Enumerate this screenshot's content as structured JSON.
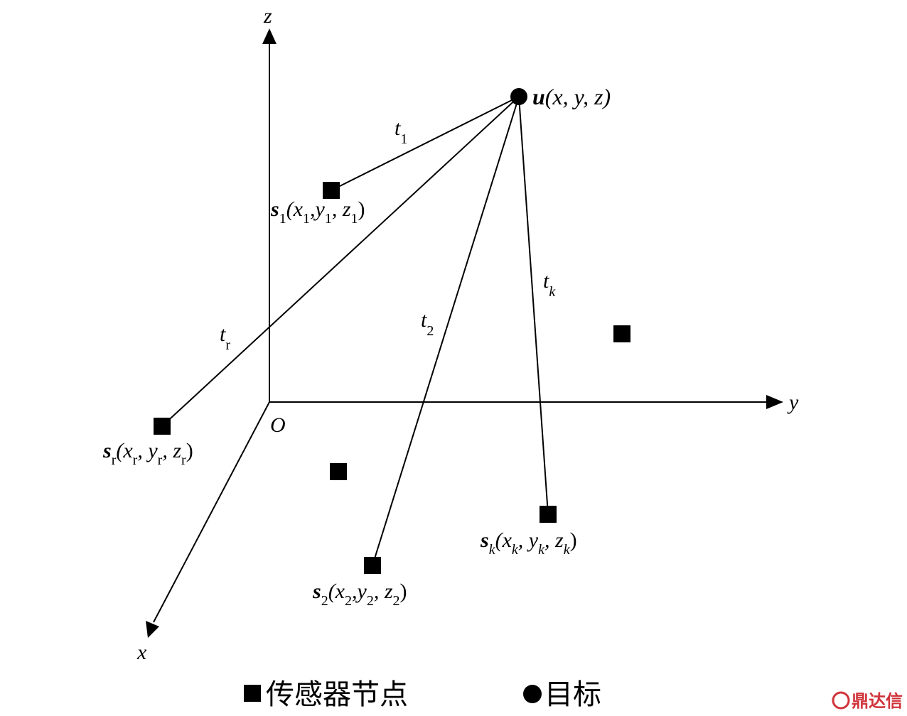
{
  "axes": {
    "z": "z",
    "y": "y",
    "x": "x",
    "origin": "O"
  },
  "target": {
    "symbol": "u",
    "coords": "(x, y, z)"
  },
  "sensors": {
    "s1": {
      "symbol": "s",
      "sub": "1",
      "open": "(x",
      "x_sub": "1",
      "y_part": ",y",
      "y_sub": "1",
      "z_part": ", z",
      "z_sub": "1",
      "close": ")"
    },
    "sr": {
      "symbol": "s",
      "sub": "r",
      "open": "(x",
      "x_sub": "r",
      "y_part": ", y",
      "y_sub": "r",
      "z_part": ", z",
      "z_sub": "r",
      "close": ")"
    },
    "s2": {
      "symbol": "s",
      "sub": "2",
      "open": "(x",
      "x_sub": "2",
      "y_part": ",y",
      "y_sub": "2",
      "z_part": ", z",
      "z_sub": "2",
      "close": ")"
    },
    "sk": {
      "symbol": "s",
      "sub": "k",
      "open": "(x",
      "x_sub": "k",
      "y_part": ", y",
      "y_sub": "k",
      "z_part": ", z",
      "z_sub": "k",
      "close": ")"
    }
  },
  "distances": {
    "t1": {
      "var": "t",
      "sub": "1"
    },
    "tr": {
      "var": "t",
      "sub": "r"
    },
    "t2": {
      "var": "t",
      "sub": "2"
    },
    "tk": {
      "var": "t",
      "sub": "k"
    }
  },
  "legend": {
    "sensor_label": "传感器节点",
    "target_label": "目标",
    "sensor_icon": "black-square",
    "target_icon": "black-circle"
  },
  "watermark": {
    "text": "鼎达信",
    "color": "#d0343b"
  }
}
